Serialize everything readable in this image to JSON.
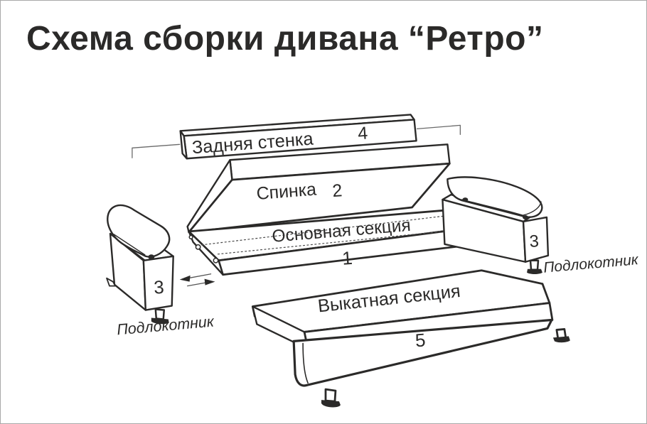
{
  "page": {
    "title": "Схема сборки дивана “Ретро”"
  },
  "colors": {
    "line": "#2b2a29",
    "leader_line": "#6a6a6a",
    "dotted_line": "#4a4a4a",
    "background": "#ffffff",
    "page_border": "#a9a9a9"
  },
  "parts": {
    "back_wall": {
      "label": "Задняя стенка",
      "number": "4"
    },
    "backrest": {
      "label": "Спинка",
      "number": "2"
    },
    "main_section": {
      "label": "Основная секция",
      "number": "1"
    },
    "armrest_left": {
      "label": "Подлокотник",
      "number": "3"
    },
    "armrest_right": {
      "label": "Подлокотник",
      "number": "3"
    },
    "pullout_section": {
      "label": "Выкатная секция",
      "number": "5"
    }
  }
}
